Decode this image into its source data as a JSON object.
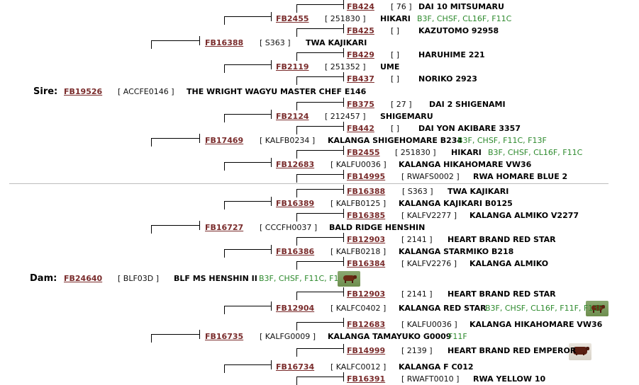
{
  "pedigree": {
    "sire_label": "Sire:",
    "dam_label": "Dam:",
    "rows": [
      {
        "reg": "FB424",
        "code": "[ 76 ]",
        "name": "DAI 10 MITSUMARU"
      },
      {
        "reg": "FB2455",
        "code": "[ 251830 ]",
        "name": "HIKARI",
        "tests": "B3F, CHSF, CL16F, F11C"
      },
      {
        "reg": "FB425",
        "code": "[ ]",
        "name": "KAZUTOMO 92958"
      },
      {
        "reg": "FB16388",
        "code": "[ S363 ]",
        "name": "TWA KAJIKARI"
      },
      {
        "reg": "FB429",
        "code": "[ ]",
        "name": "HARUHIME 221"
      },
      {
        "reg": "FB2119",
        "code": "[ 251352 ]",
        "name": "UME"
      },
      {
        "reg": "FB437",
        "code": "[ ]",
        "name": "NORIKO 2923"
      },
      {
        "reg": "FB19526",
        "code": "[ ACCFE0146 ]",
        "name": "THE WRIGHT WAGYU MASTER CHEF E146"
      },
      {
        "reg": "FB375",
        "code": "[ 27 ]",
        "name": "DAI 2 SHIGENAMI"
      },
      {
        "reg": "FB2124",
        "code": "[ 212457 ]",
        "name": "SHIGEMARU"
      },
      {
        "reg": "FB442",
        "code": "[ ]",
        "name": "DAI YON AKIBARE 3357"
      },
      {
        "reg": "FB17469",
        "code": "[ KALFB0234 ]",
        "name": "KALANGA SHIGEHOMARE B234",
        "tests": "B3F, CHSF, F11C, F13F"
      },
      {
        "reg": "FB2455",
        "code": "[ 251830 ]",
        "name": "HIKARI",
        "tests": "B3F, CHSF, CL16F, F11C"
      },
      {
        "reg": "FB12683",
        "code": "[ KALFU0036 ]",
        "name": "KALANGA HIKAHOMARE VW36"
      },
      {
        "reg": "FB14995",
        "code": "[ RWAFS0002 ]",
        "name": "RWA HOMARE BLUE 2"
      },
      {
        "reg": "FB16388",
        "code": "[ S363 ]",
        "name": "TWA KAJIKARI"
      },
      {
        "reg": "FB16389",
        "code": "[ KALFB0125 ]",
        "name": "KALANGA KAJIKARI B0125"
      },
      {
        "reg": "FB16385",
        "code": "[ KALFV2277 ]",
        "name": "KALANGA ALMIKO V2277"
      },
      {
        "reg": "FB16727",
        "code": "[ CCCFH0037 ]",
        "name": "BALD RIDGE HENSHIN"
      },
      {
        "reg": "FB12903",
        "code": "[ 2141 ]",
        "name": "HEART BRAND RED STAR"
      },
      {
        "reg": "FB16386",
        "code": "[ KALFB0218 ]",
        "name": "KALANGA STARMIKO B218"
      },
      {
        "reg": "FB16384",
        "code": "[ KALFV2276 ]",
        "name": "KALANGA ALMIKO"
      },
      {
        "reg": "FB24640",
        "code": "[ BLF03D ]",
        "name": "BLF MS HENSHIN II",
        "tests": "B3F, CHSF, F11C, F13F"
      },
      {
        "reg": "FB12903",
        "code": "[ 2141 ]",
        "name": "HEART BRAND RED STAR"
      },
      {
        "reg": "FB12904",
        "code": "[ KALFC0402 ]",
        "name": "KALANGA RED STAR",
        "tests": "B3F, CHSF, CL16F, F11F, F13F"
      },
      {
        "reg": "FB12683",
        "code": "[ KALFU0036 ]",
        "name": "KALANGA HIKAHOMARE VW36"
      },
      {
        "reg": "FB16735",
        "code": "[ KALFG0009 ]",
        "name": "KALANGA TAMAYUKO G0009",
        "tests": "F11F"
      },
      {
        "reg": "FB14999",
        "code": "[ 2139 ]",
        "name": "HEART BRAND RED EMPEROR"
      },
      {
        "reg": "FB16734",
        "code": "[ KALFC0012 ]",
        "name": "KALANGA F C012"
      },
      {
        "reg": "FB16391",
        "code": "[ RWAFT0010 ]",
        "name": "RWA YELLOW 10"
      }
    ]
  }
}
